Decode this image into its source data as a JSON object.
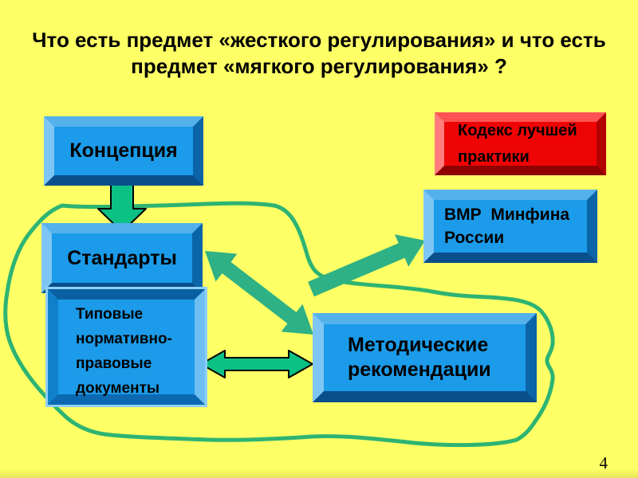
{
  "slide": {
    "title": "Что есть предмет «жесткого регулирования» и что есть предмет «мягкого регулирования» ?",
    "page_number": "4"
  },
  "colors": {
    "background": "#FFFF66",
    "box_blue": "#1b9be9",
    "box_red": "#ee0404",
    "loop_green": "#2db473",
    "arrow_green_outlined": "#0cc184",
    "arrow_green_solid": "#2eb184",
    "text": "#000000"
  },
  "boxes": {
    "koncepcia": {
      "label": "Концепция"
    },
    "standarty": {
      "label": "Стандарты"
    },
    "tipovye": {
      "lines": [
        "Типовые",
        "нормативно-",
        "правовые",
        "документы"
      ]
    },
    "metodicheskie": {
      "lines": [
        "Методические",
        "рекомендации"
      ]
    },
    "kodeks": {
      "lines": [
        "Кодекс лучшей",
        "практики"
      ]
    },
    "vmr": {
      "lines": [
        "ВМР  Минфина",
        "России"
      ]
    }
  }
}
